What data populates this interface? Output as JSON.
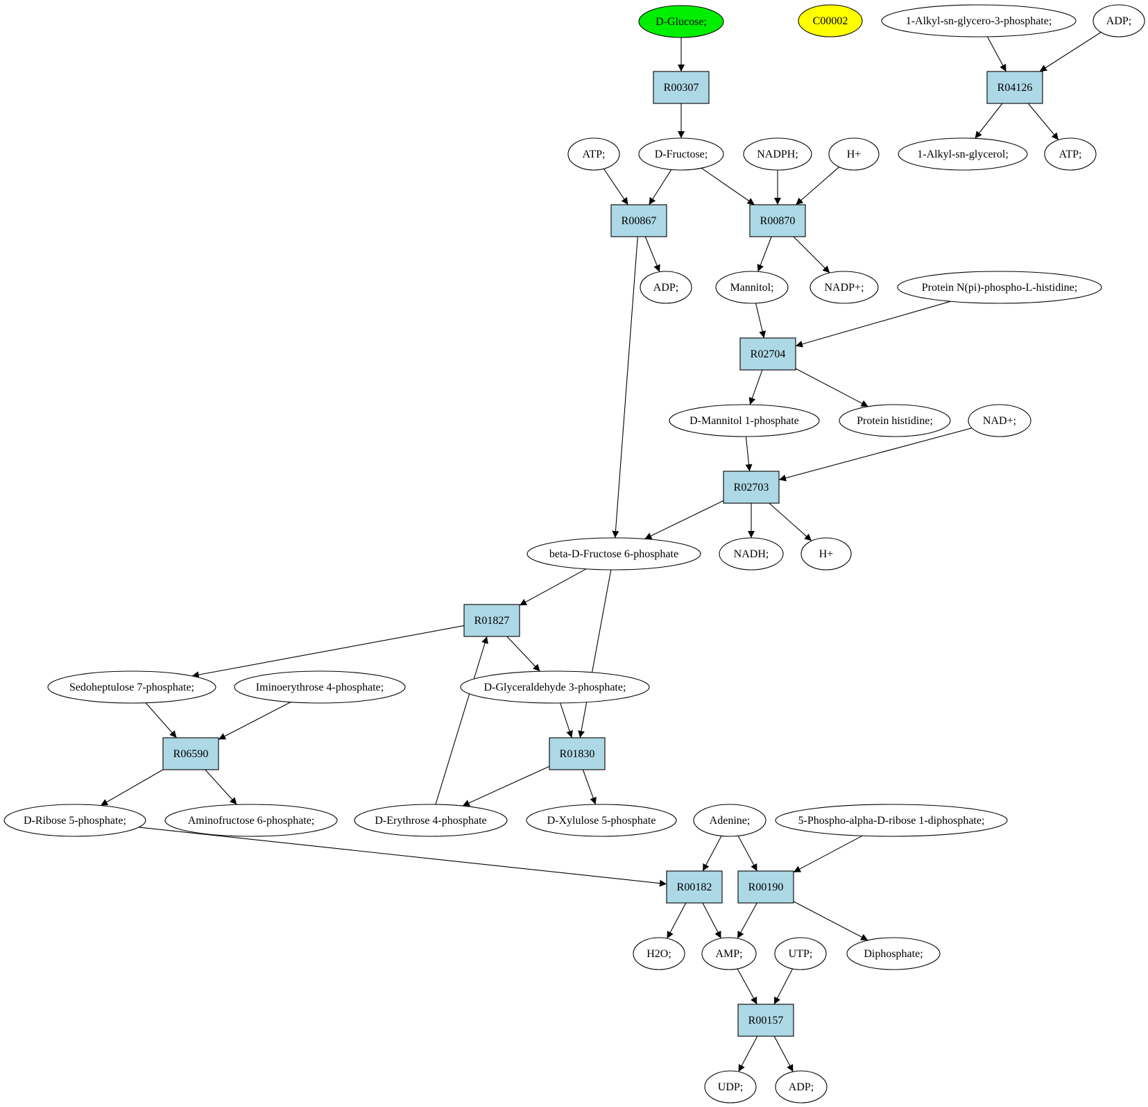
{
  "colors": {
    "reaction_fill": "#add8e6",
    "compound_fill": "#ffffff",
    "highlight_green": "#00ee00",
    "highlight_yellow": "#ffff00",
    "stroke": "#000000"
  },
  "nodes": [
    {
      "id": "c_glucose",
      "label": "D-Glucose;",
      "kind": "compound",
      "fill": "#00ee00"
    },
    {
      "id": "c_c00002",
      "label": "C00002",
      "kind": "compound",
      "fill": "#ffff00"
    },
    {
      "id": "c_alkylglyp",
      "label": "1-Alkyl-sn-glycero-3-phosphate;",
      "kind": "compound"
    },
    {
      "id": "c_adp_top",
      "label": "ADP;",
      "kind": "compound"
    },
    {
      "id": "r00307",
      "label": "R00307",
      "kind": "reaction"
    },
    {
      "id": "r04126",
      "label": "R04126",
      "kind": "reaction"
    },
    {
      "id": "c_atp1",
      "label": "ATP;",
      "kind": "compound"
    },
    {
      "id": "c_fructose",
      "label": "D-Fructose;",
      "kind": "compound"
    },
    {
      "id": "c_nadph",
      "label": "NADPH;",
      "kind": "compound"
    },
    {
      "id": "c_hplus1",
      "label": "H+",
      "kind": "compound"
    },
    {
      "id": "c_alkylgly",
      "label": "1-Alkyl-sn-glycerol;",
      "kind": "compound"
    },
    {
      "id": "c_atp2",
      "label": "ATP;",
      "kind": "compound"
    },
    {
      "id": "r00867",
      "label": "R00867",
      "kind": "reaction"
    },
    {
      "id": "r00870",
      "label": "R00870",
      "kind": "reaction"
    },
    {
      "id": "c_adp2",
      "label": "ADP;",
      "kind": "compound"
    },
    {
      "id": "c_mannitol",
      "label": "Mannitol;",
      "kind": "compound"
    },
    {
      "id": "c_nadpplus",
      "label": "NADP+;",
      "kind": "compound"
    },
    {
      "id": "c_protnhis",
      "label": "Protein N(pi)-phospho-L-histidine;",
      "kind": "compound"
    },
    {
      "id": "r02704",
      "label": "R02704",
      "kind": "reaction"
    },
    {
      "id": "c_mannitol1p",
      "label": "D-Mannitol 1-phosphate",
      "kind": "compound"
    },
    {
      "id": "c_prothis",
      "label": "Protein histidine;",
      "kind": "compound"
    },
    {
      "id": "c_nadplus",
      "label": "NAD+;",
      "kind": "compound"
    },
    {
      "id": "r02703",
      "label": "R02703",
      "kind": "reaction"
    },
    {
      "id": "c_bfru6p",
      "label": "beta-D-Fructose 6-phosphate",
      "kind": "compound"
    },
    {
      "id": "c_nadh",
      "label": "NADH;",
      "kind": "compound"
    },
    {
      "id": "c_hplus2",
      "label": "H+",
      "kind": "compound"
    },
    {
      "id": "r01827",
      "label": "R01827",
      "kind": "reaction"
    },
    {
      "id": "c_sedo7p",
      "label": "Sedoheptulose 7-phosphate;",
      "kind": "compound"
    },
    {
      "id": "c_imino4p",
      "label": "Iminoerythrose 4-phosphate;",
      "kind": "compound"
    },
    {
      "id": "c_ga3p",
      "label": "D-Glyceraldehyde 3-phosphate;",
      "kind": "compound"
    },
    {
      "id": "r06590",
      "label": "R06590",
      "kind": "reaction"
    },
    {
      "id": "r01830",
      "label": "R01830",
      "kind": "reaction"
    },
    {
      "id": "c_ribose5p",
      "label": "D-Ribose 5-phosphate;",
      "kind": "compound"
    },
    {
      "id": "c_aminofru6p",
      "label": "Aminofructose 6-phosphate;",
      "kind": "compound"
    },
    {
      "id": "c_erythrose4p",
      "label": "D-Erythrose 4-phosphate",
      "kind": "compound"
    },
    {
      "id": "c_xylulose5p",
      "label": "D-Xylulose 5-phosphate",
      "kind": "compound"
    },
    {
      "id": "c_adenine",
      "label": "Adenine;",
      "kind": "compound"
    },
    {
      "id": "c_prpp",
      "label": "5-Phospho-alpha-D-ribose 1-diphosphate;",
      "kind": "compound"
    },
    {
      "id": "r00182",
      "label": "R00182",
      "kind": "reaction"
    },
    {
      "id": "r00190",
      "label": "R00190",
      "kind": "reaction"
    },
    {
      "id": "c_h2o",
      "label": "H2O;",
      "kind": "compound"
    },
    {
      "id": "c_amp",
      "label": "AMP;",
      "kind": "compound"
    },
    {
      "id": "c_utp",
      "label": "UTP;",
      "kind": "compound"
    },
    {
      "id": "c_diphosphate",
      "label": "Diphosphate;",
      "kind": "compound"
    },
    {
      "id": "r00157",
      "label": "R00157",
      "kind": "reaction"
    },
    {
      "id": "c_udp",
      "label": "UDP;",
      "kind": "compound"
    },
    {
      "id": "c_adp3",
      "label": "ADP;",
      "kind": "compound"
    }
  ],
  "edges": [
    [
      "c_glucose",
      "r00307"
    ],
    [
      "r00307",
      "c_fructose"
    ],
    [
      "c_alkylglyp",
      "r04126"
    ],
    [
      "c_adp_top",
      "r04126"
    ],
    [
      "r04126",
      "c_alkylgly"
    ],
    [
      "r04126",
      "c_atp2"
    ],
    [
      "c_atp1",
      "r00867"
    ],
    [
      "c_fructose",
      "r00867"
    ],
    [
      "c_fructose",
      "r00870"
    ],
    [
      "c_nadph",
      "r00870"
    ],
    [
      "c_hplus1",
      "r00870"
    ],
    [
      "r00867",
      "c_adp2"
    ],
    [
      "r00867",
      "c_bfru6p"
    ],
    [
      "r00870",
      "c_mannitol"
    ],
    [
      "r00870",
      "c_nadpplus"
    ],
    [
      "c_mannitol",
      "r02704"
    ],
    [
      "c_protnhis",
      "r02704"
    ],
    [
      "r02704",
      "c_mannitol1p"
    ],
    [
      "r02704",
      "c_prothis"
    ],
    [
      "c_mannitol1p",
      "r02703"
    ],
    [
      "c_nadplus",
      "r02703"
    ],
    [
      "r02703",
      "c_bfru6p"
    ],
    [
      "r02703",
      "c_nadh"
    ],
    [
      "r02703",
      "c_hplus2"
    ],
    [
      "c_bfru6p",
      "r01827"
    ],
    [
      "c_bfru6p",
      "r01830"
    ],
    [
      "r01827",
      "c_sedo7p"
    ],
    [
      "r01827",
      "c_ga3p"
    ],
    [
      "c_sedo7p",
      "r06590"
    ],
    [
      "c_imino4p",
      "r06590"
    ],
    [
      "c_ga3p",
      "r01830"
    ],
    [
      "r06590",
      "c_ribose5p"
    ],
    [
      "r06590",
      "c_aminofru6p"
    ],
    [
      "r01830",
      "c_erythrose4p"
    ],
    [
      "r01830",
      "c_xylulose5p"
    ],
    [
      "c_erythrose4p",
      "r01827"
    ],
    [
      "c_ribose5p",
      "r00182"
    ],
    [
      "c_adenine",
      "r00182"
    ],
    [
      "c_adenine",
      "r00190"
    ],
    [
      "c_prpp",
      "r00190"
    ],
    [
      "r00182",
      "c_h2o"
    ],
    [
      "r00182",
      "c_amp"
    ],
    [
      "r00190",
      "c_amp"
    ],
    [
      "r00190",
      "c_diphosphate"
    ],
    [
      "c_amp",
      "r00157"
    ],
    [
      "c_utp",
      "r00157"
    ],
    [
      "r00157",
      "c_udp"
    ],
    [
      "r00157",
      "c_adp3"
    ]
  ]
}
